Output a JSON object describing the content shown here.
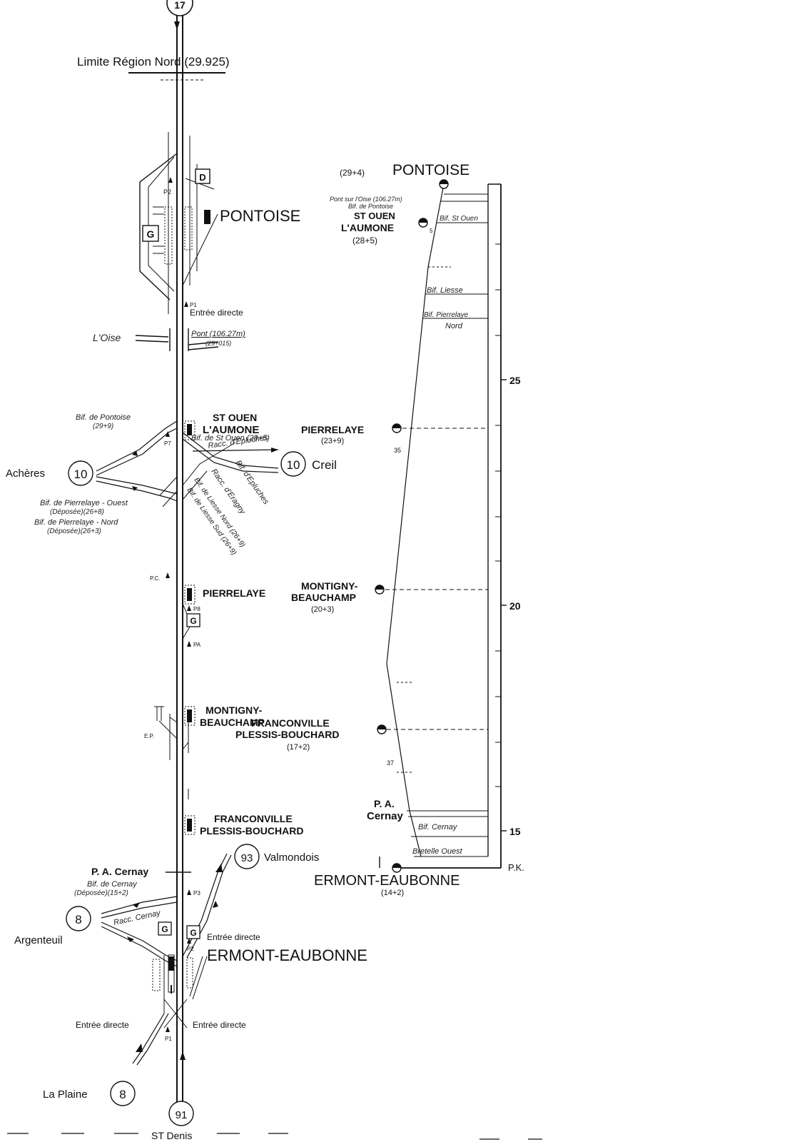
{
  "top_marker": "17",
  "limit_label": "Limite Région Nord (29.925)",
  "oise_label": "L'Oise",
  "pont_label": "Pont (106.27m)",
  "pont_pk": "(29+015)",
  "entree_directe": "Entrée directe",
  "pontoise": "PONTOISE",
  "st_ouen_line1": "ST OUEN",
  "st_ouen_line2": "L'AUMONE",
  "bif_pontoise": "Bif. de Pontoise",
  "bif_pontoise_pk": "(29+9)",
  "bif_st_ouen": "Bif. de St Ouen (28+5)",
  "racc_epluches": "Racc. d'Epluches",
  "bif_epluches": "Bif. d'Epluches",
  "racc_eragny": "Racc. d'Eragny",
  "bif_liesse_nord": "Bif. de Liesse Nord (26+9)",
  "bif_liesse_sud": "Bif. de Liesse Sud (26+9)",
  "acheres": "Achères",
  "creil": "Creil",
  "line10": "10",
  "bif_pierrelaye_ouest": "Bif. de Pierrelaye - Ouest",
  "deposee_ouest": "(Déposée)(26+8)",
  "bif_pierrelaye_nord": "Bif. de Pierrelaye - Nord",
  "deposee_nord": "(Déposée)(26+3)",
  "pierrelaye": "PIERRELAYE",
  "pc": "P.C.",
  "montigny_line1": "MONTIGNY-",
  "montigny_line2": "BEAUCHAMP",
  "ep": "E.P.",
  "franconville_line1": "FRANCONVILLE",
  "franconville_line2": "PLESSIS-BOUCHARD",
  "valmondois": "Valmondois",
  "line93": "93",
  "pa_cernay": "P. A. Cernay",
  "bif_cernay": "Bif. de Cernay",
  "bif_cernay_pk": "(Déposée)(15+2)",
  "racc_cernay": "Racc. Cernay",
  "line8": "8",
  "argenteuil": "Argenteuil",
  "ermont": "ERMONT-EAUBONNE",
  "la_plaine": "La Plaine",
  "line91": "91",
  "st_denis": "ST Denis",
  "signals": [
    "P2",
    "P1",
    "P7",
    "P8",
    "PA",
    "P3",
    "P2",
    "P1"
  ],
  "letters": {
    "g": "G",
    "d": "D"
  },
  "profile": {
    "pontoise": "PONTOISE",
    "pontoise_pk": "(29+4)",
    "pont_oise": "Pont sur l'Oise (106.27m)",
    "bif_pontoise": "Bif. de Pontoise",
    "st_ouen_line1": "ST OUEN",
    "st_ouen_line2": "L'AUMONE",
    "st_ouen_pk": "(28+5)",
    "bif_st_ouen": "Bif. St Ouen",
    "bif_liesse": "Bif. Liesse",
    "bif_pierrelaye_line1": "Bif. Pierrelaye",
    "bif_pierrelaye_line2": "Nord",
    "pierrelaye": "PIERRELAYE",
    "pierrelaye_pk": "(23+9)",
    "grade1": "35",
    "montigny_line1": "MONTIGNY-",
    "montigny_line2": "BEAUCHAMP",
    "montigny_pk": "(20+3)",
    "franconville_line1": "FRANCONVILLE",
    "franconville_line2": "PLESSIS-BOUCHARD",
    "franconville_pk": "(17+2)",
    "grade2": "37",
    "pa_line1": "P. A.",
    "pa_line2": "Cernay",
    "bif_cernay": "Bif. Cernay",
    "bretelle": "Bretelle Ouest",
    "ermont": "ERMONT-EAUBONNE",
    "ermont_pk": "(14+2)",
    "five": "5",
    "pk": "P.K.",
    "km25": "25",
    "km20": "20",
    "km15": "15"
  }
}
